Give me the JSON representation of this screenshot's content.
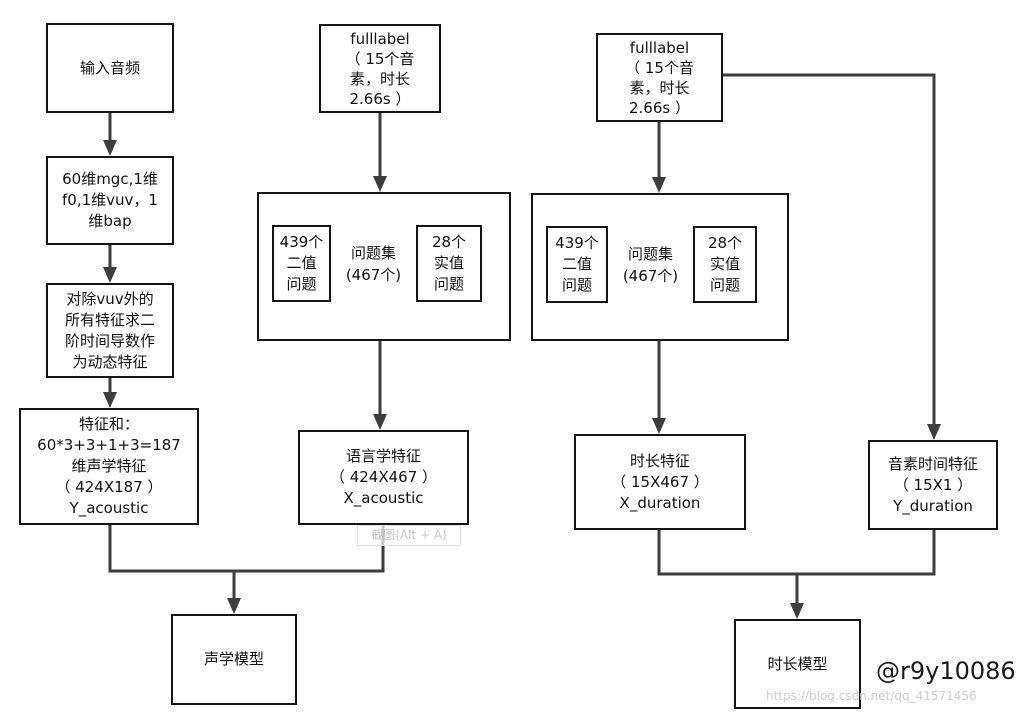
{
  "acoustic": {
    "input_audio": "输入音频",
    "raw_features": [
      "60维mgc,1维",
      "f0,1维vuv，1",
      "维bap"
    ],
    "dynamic_features": [
      "对除vuv外的",
      "所有特征求二",
      "阶时间导数作",
      "为动态特征"
    ],
    "feature_sum": [
      "特征和：",
      "60*3+3+1+3=187",
      "维声学特征",
      "（ 424X187 ）",
      "Y_acoustic"
    ],
    "fulllabel": [
      "fulllabel",
      "（ 15个音",
      "素，时长",
      "2.66s ）"
    ],
    "question_set": {
      "binary": [
        "439个",
        "二值",
        "问题"
      ],
      "title": [
        "问题集",
        "(467个)"
      ],
      "real": [
        "28个",
        "实值",
        "问题"
      ]
    },
    "linguistic_features": [
      "语言学特征",
      "（ 424X467 ）",
      "X_acoustic"
    ],
    "model": "声学模型"
  },
  "duration": {
    "fulllabel": [
      "fulllabel",
      "（ 15个音",
      "素，时长",
      "2.66s ）"
    ],
    "question_set": {
      "binary": [
        "439个",
        "二值",
        "问题"
      ],
      "title": [
        "问题集",
        "(467个)"
      ],
      "real": [
        "28个",
        "实值",
        "问题"
      ]
    },
    "duration_features": [
      "时长特征",
      "（ 15X467 ）",
      "X_duration"
    ],
    "phoneme_time_features": [
      "音素时间特征",
      "（ 15X1 ）",
      "Y_duration"
    ],
    "model": "时长模型"
  },
  "overlay": {
    "screenshot_tooltip": "截图(Alt + A)",
    "watermark": "@r9y10086",
    "source_url": "https://blog.csdn.net/qq_41571456"
  },
  "colors": {
    "box_border": "#141414",
    "connector": "#3d3d3d",
    "background": "#ffffff"
  }
}
